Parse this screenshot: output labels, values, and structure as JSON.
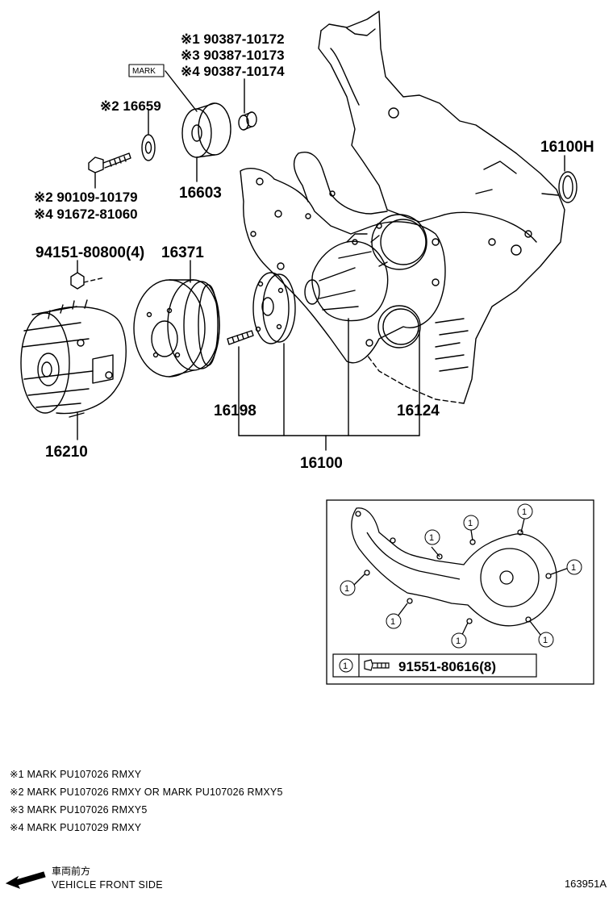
{
  "callouts": {
    "bearing_variants": [
      "※1 90387-10172",
      "※3 90387-10173",
      "※4 90387-10174"
    ],
    "mark_tag": "MARK",
    "p16659": "※2 16659",
    "p16603": "16603",
    "bolt_variants": [
      "※2 90109-10179",
      "※4 91672-81060"
    ],
    "p94151": "94151-80800(4)",
    "p16371": "16371",
    "p16100H": "16100H",
    "p16198": "16198",
    "p16124": "16124",
    "p16210": "16210",
    "p16100": "16100"
  },
  "inset": {
    "callout_symbol": "1",
    "legend_symbol": "1",
    "legend_part": "91551-80616(8)"
  },
  "notes": [
    "※1 MARK PU107026 RMXY",
    "※2 MARK PU107026 RMXY OR MARK PU107026 RMXY5",
    "※3 MARK PU107026 RMXY5",
    "※4 MARK PU107029 RMXY"
  ],
  "footer": {
    "front_label_jp": "車両前方",
    "front_label_en": "VEHICLE FRONT SIDE",
    "diagram_id": "163951A"
  }
}
